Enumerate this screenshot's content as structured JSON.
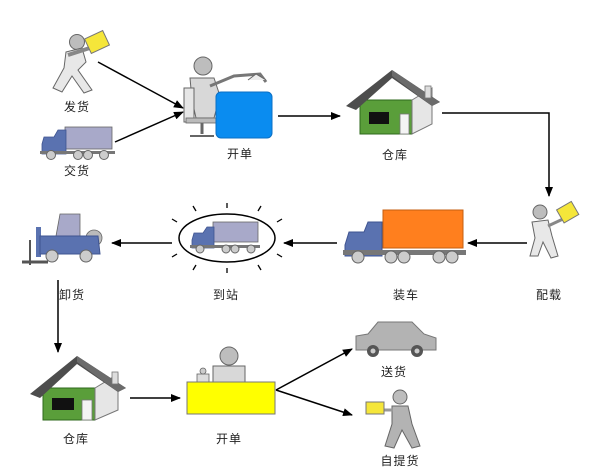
{
  "nodes": {
    "ship": "发货",
    "handover": "交货",
    "open_order_1": "开单",
    "warehouse_1": "仓库",
    "stowage": "配载",
    "loading": "装车",
    "arrival": "到站",
    "unloading": "卸货",
    "warehouse_2": "仓库",
    "open_order_2": "开单",
    "delivery": "送货",
    "self_pickup": "自提货"
  },
  "colors": {
    "roof": "#4d4d4d",
    "house_wall": "#5a9e3a",
    "truck_cab": "#5a72b0",
    "truck_cargo": "#a8a9c9",
    "container_orange": "#ff7f1e",
    "screen_blue": "#0a8cf0",
    "counter_yellow": "#ffff00",
    "package_yellow": "#f5e63a",
    "figure_gray": "#b3b3b3"
  }
}
